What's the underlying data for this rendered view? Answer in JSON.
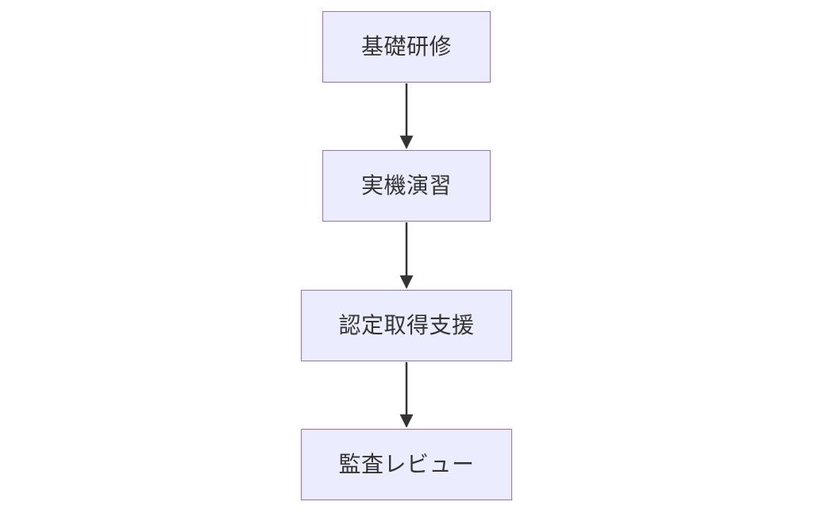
{
  "diagram": {
    "type": "flowchart-top-down",
    "background_color": "#ffffff",
    "node_fill_color": "#ECECFF",
    "node_border_color": "#9370DB",
    "text_color": "#333333",
    "arrow_color": "#333333",
    "nodes": [
      {
        "id": "step1",
        "label": "基礎研修"
      },
      {
        "id": "step2",
        "label": "実機演習"
      },
      {
        "id": "step3",
        "label": "認定取得支援"
      },
      {
        "id": "step4",
        "label": "監査レビュー"
      }
    ],
    "edges": [
      {
        "from": "step1",
        "to": "step2",
        "style": "arrow-down"
      },
      {
        "from": "step2",
        "to": "step3",
        "style": "arrow-down"
      },
      {
        "from": "step3",
        "to": "step4",
        "style": "arrow-down"
      }
    ]
  }
}
